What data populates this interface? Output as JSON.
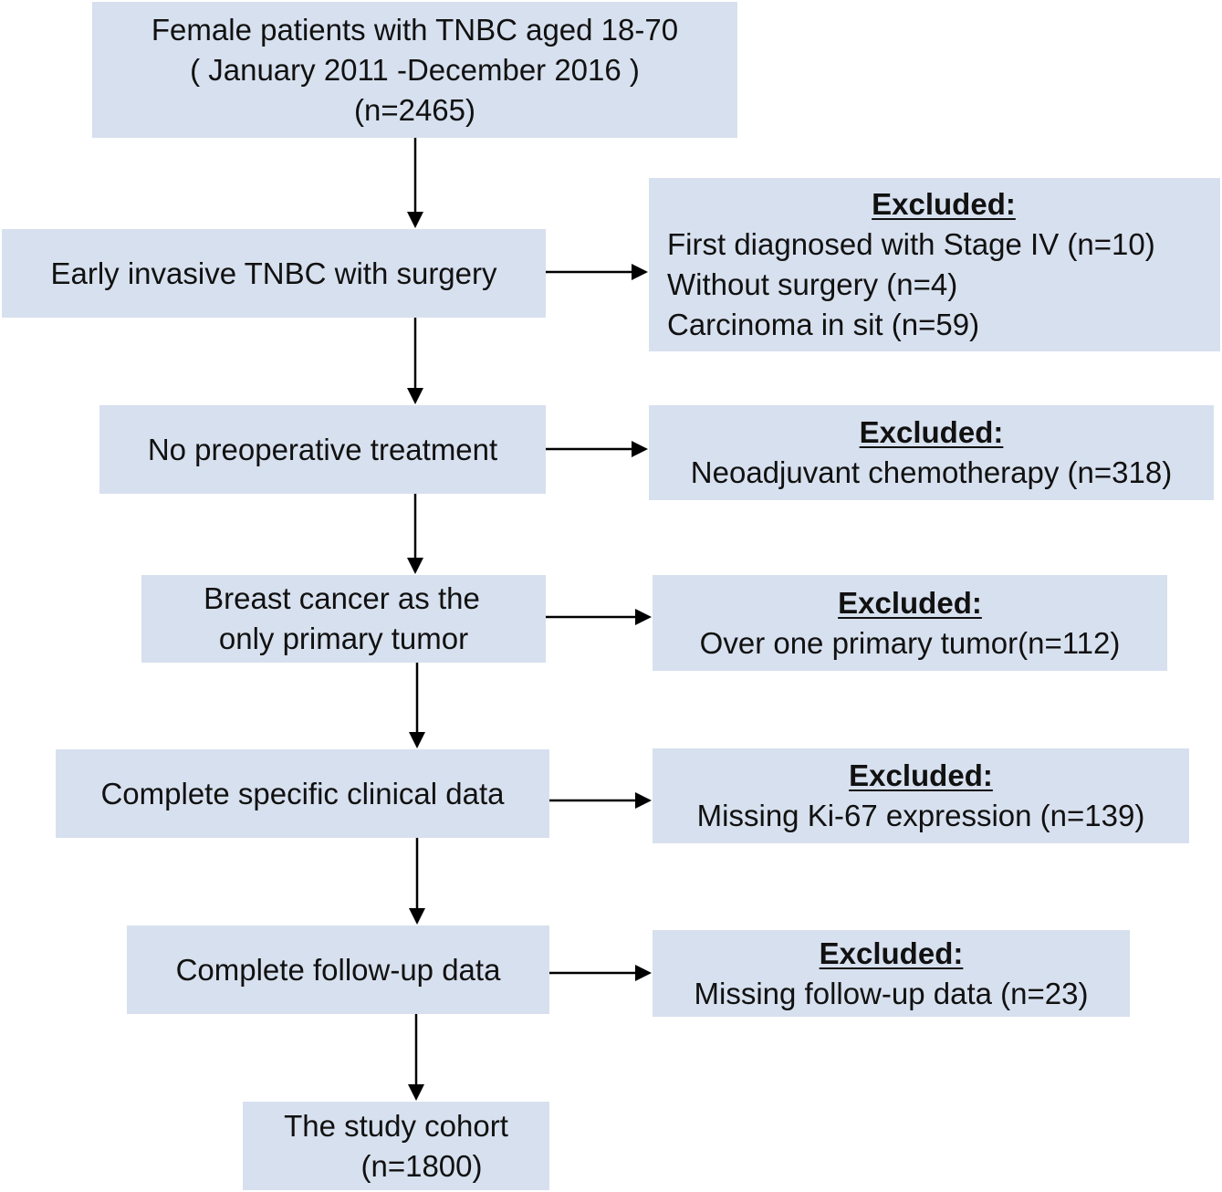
{
  "main_flow": [
    {
      "lines": [
        "Female patients with TNBC aged 18-70",
        "( January 2011 -December 2016 )",
        "(n=2465)"
      ]
    },
    {
      "lines": [
        "Early invasive TNBC with surgery"
      ]
    },
    {
      "lines": [
        "No preoperative treatment"
      ]
    },
    {
      "lines": [
        "Breast cancer as the",
        "only primary tumor"
      ]
    },
    {
      "lines": [
        "Complete specific clinical data"
      ]
    },
    {
      "lines": [
        "Complete follow-up data"
      ]
    },
    {
      "lines": [
        "The study cohort",
        "(n=1800)"
      ]
    }
  ],
  "exclusions": [
    {
      "title": "Excluded:",
      "items": [
        "First diagnosed with Stage IV (n=10)",
        "Without surgery (n=4)",
        "Carcinoma in sit (n=59)"
      ]
    },
    {
      "title": "Excluded:",
      "items": [
        "Neoadjuvant chemotherapy (n=318)"
      ]
    },
    {
      "title": "Excluded:",
      "items": [
        "Over one primary tumor(n=112)"
      ]
    },
    {
      "title": "Excluded:",
      "items": [
        "Missing Ki-67 expression (n=139)"
      ]
    },
    {
      "title": "Excluded:",
      "items": [
        "Missing follow-up data (n=23)"
      ]
    }
  ],
  "colors": {
    "box_fill": "#d7e0ee",
    "arrow": "#000000",
    "text": "#111111"
  }
}
